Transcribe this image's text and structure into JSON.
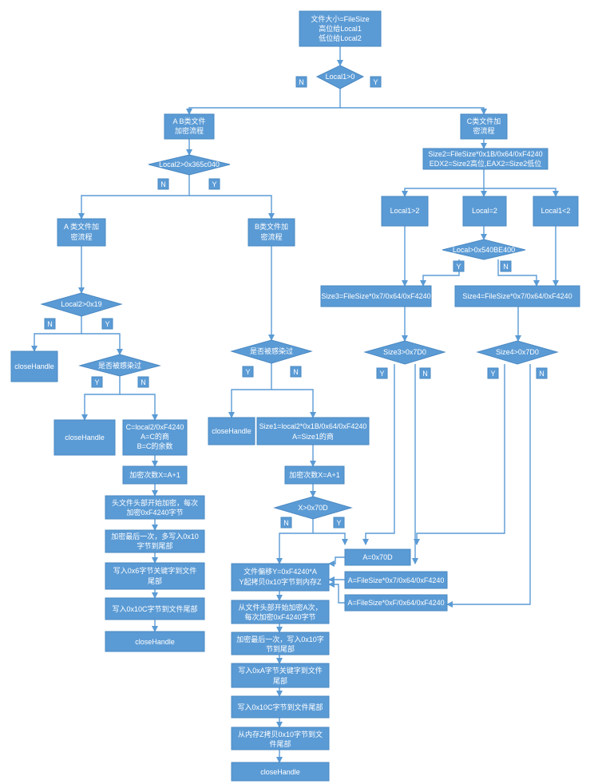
{
  "nodes": {
    "start_l1": "文件大小=FileSize",
    "start_l2": "高位给Local1",
    "start_l3": "低位给Local2",
    "d_local1": "Local1>0",
    "ab_l1": "A B类文件",
    "ab_l2": "加密流程",
    "c_l1": "C类文件加",
    "c_l2": "密流程",
    "d_local2": "Local2>0x365c040",
    "size2_l1": "Size2=FileSize*0x1B/0x64/0xF4240",
    "size2_l2": "EDX2=Size2高位,EAX2=Size2低位",
    "local1_gt2": "Local1>2",
    "local_eq2": "Local=2",
    "local1_lt2": "Local1<2",
    "a_l1": "A 类文件加",
    "a_l2": "密流程",
    "b_l1": "B类文件加",
    "b_l2": "密流程",
    "d_local540": "Local>0x540BE400",
    "d_local19": "Local2>0x19",
    "size3": "Size3=FileSize*0x7/0x64/0xF4240",
    "size4": "Size4=FileSize*0x7/0x64/0xF4240",
    "d_infected_b": "是否被感染过",
    "d_size3": "Size3>0x7D0",
    "d_size4": "Size4>0x7D0",
    "close_a1": "closeHandle",
    "d_infected_a": "是否被感染过",
    "close_b1": "closeHandle",
    "size1_l1": "Size1=local2*0x1B/0x64/0xF4240",
    "size1_l2": "A=Size1的商",
    "close_a2": "closeHandle",
    "ca_l1": "C=local2/0xF4240",
    "ca_l2": "A=C的商",
    "ca_l3": "B=C的余数",
    "count_a": "加密次数X=A+1",
    "count_b": "加密次数X=A+1",
    "head_a_l1": "头文件头部开始加密，每次",
    "head_a_l2": "加密0xF4240字节",
    "d_x70d": "X>0x70D",
    "last_a_l1": "加密最后一次，多写入0x10",
    "last_a_l2": "字节到尾部",
    "a70d": "A=0x70D",
    "offset_l1": "文件偏移Y=0xF4240*A",
    "offset_l2": "Y起拷贝0x10字节到内存Z",
    "af7": "A=FileSize*0x7/0x64/0xF4240",
    "write6_l1": "写入0x6字节关键字到文件",
    "write6_l2": "尾部",
    "af": "A=FileSize*0xF/0x64/0xF4240",
    "head_b_l1": "从文件头部开始加密A次，",
    "head_b_l2": "每次加密0xF4240字节",
    "write10c_a": "写入0x10C字节到文件尾部",
    "close_a3": "closeHandle",
    "last_b_l1": "加密最后一次，写入0x10字",
    "last_b_l2": "节到尾部",
    "writea_l1": "写入0xA字节关键字到文件",
    "writea_l2": "尾部",
    "write10c_b": "写入0x10C字节到文件尾部",
    "copyz_l1": "从内存Z拷贝0x10字节到文",
    "copyz_l2": "件尾部",
    "close_b2": "closeHandle"
  },
  "labels": {
    "n": "N",
    "y": "Y"
  }
}
